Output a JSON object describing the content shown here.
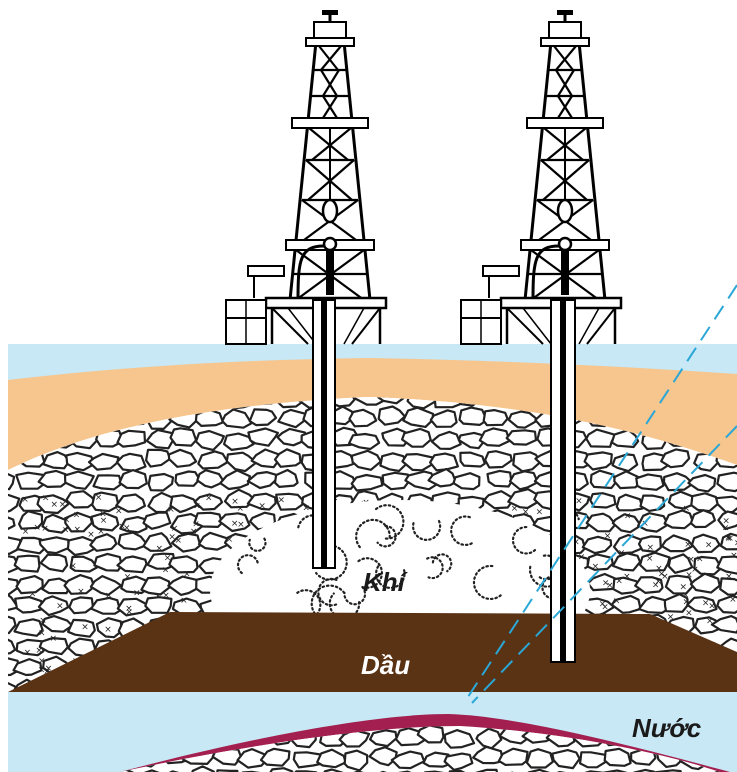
{
  "labels": {
    "gas": "Khí",
    "oil": "Dầu",
    "water": "Nước"
  },
  "colors": {
    "water": "#c7e8f4",
    "sand_layer": "#f7c58e",
    "oil": "#5a3214",
    "cap_rock": "#a31f4f",
    "rock_outline": "#222222",
    "dashed_line": "#2aa7d6"
  },
  "elements": {
    "derricks": 2,
    "wells": 2
  }
}
